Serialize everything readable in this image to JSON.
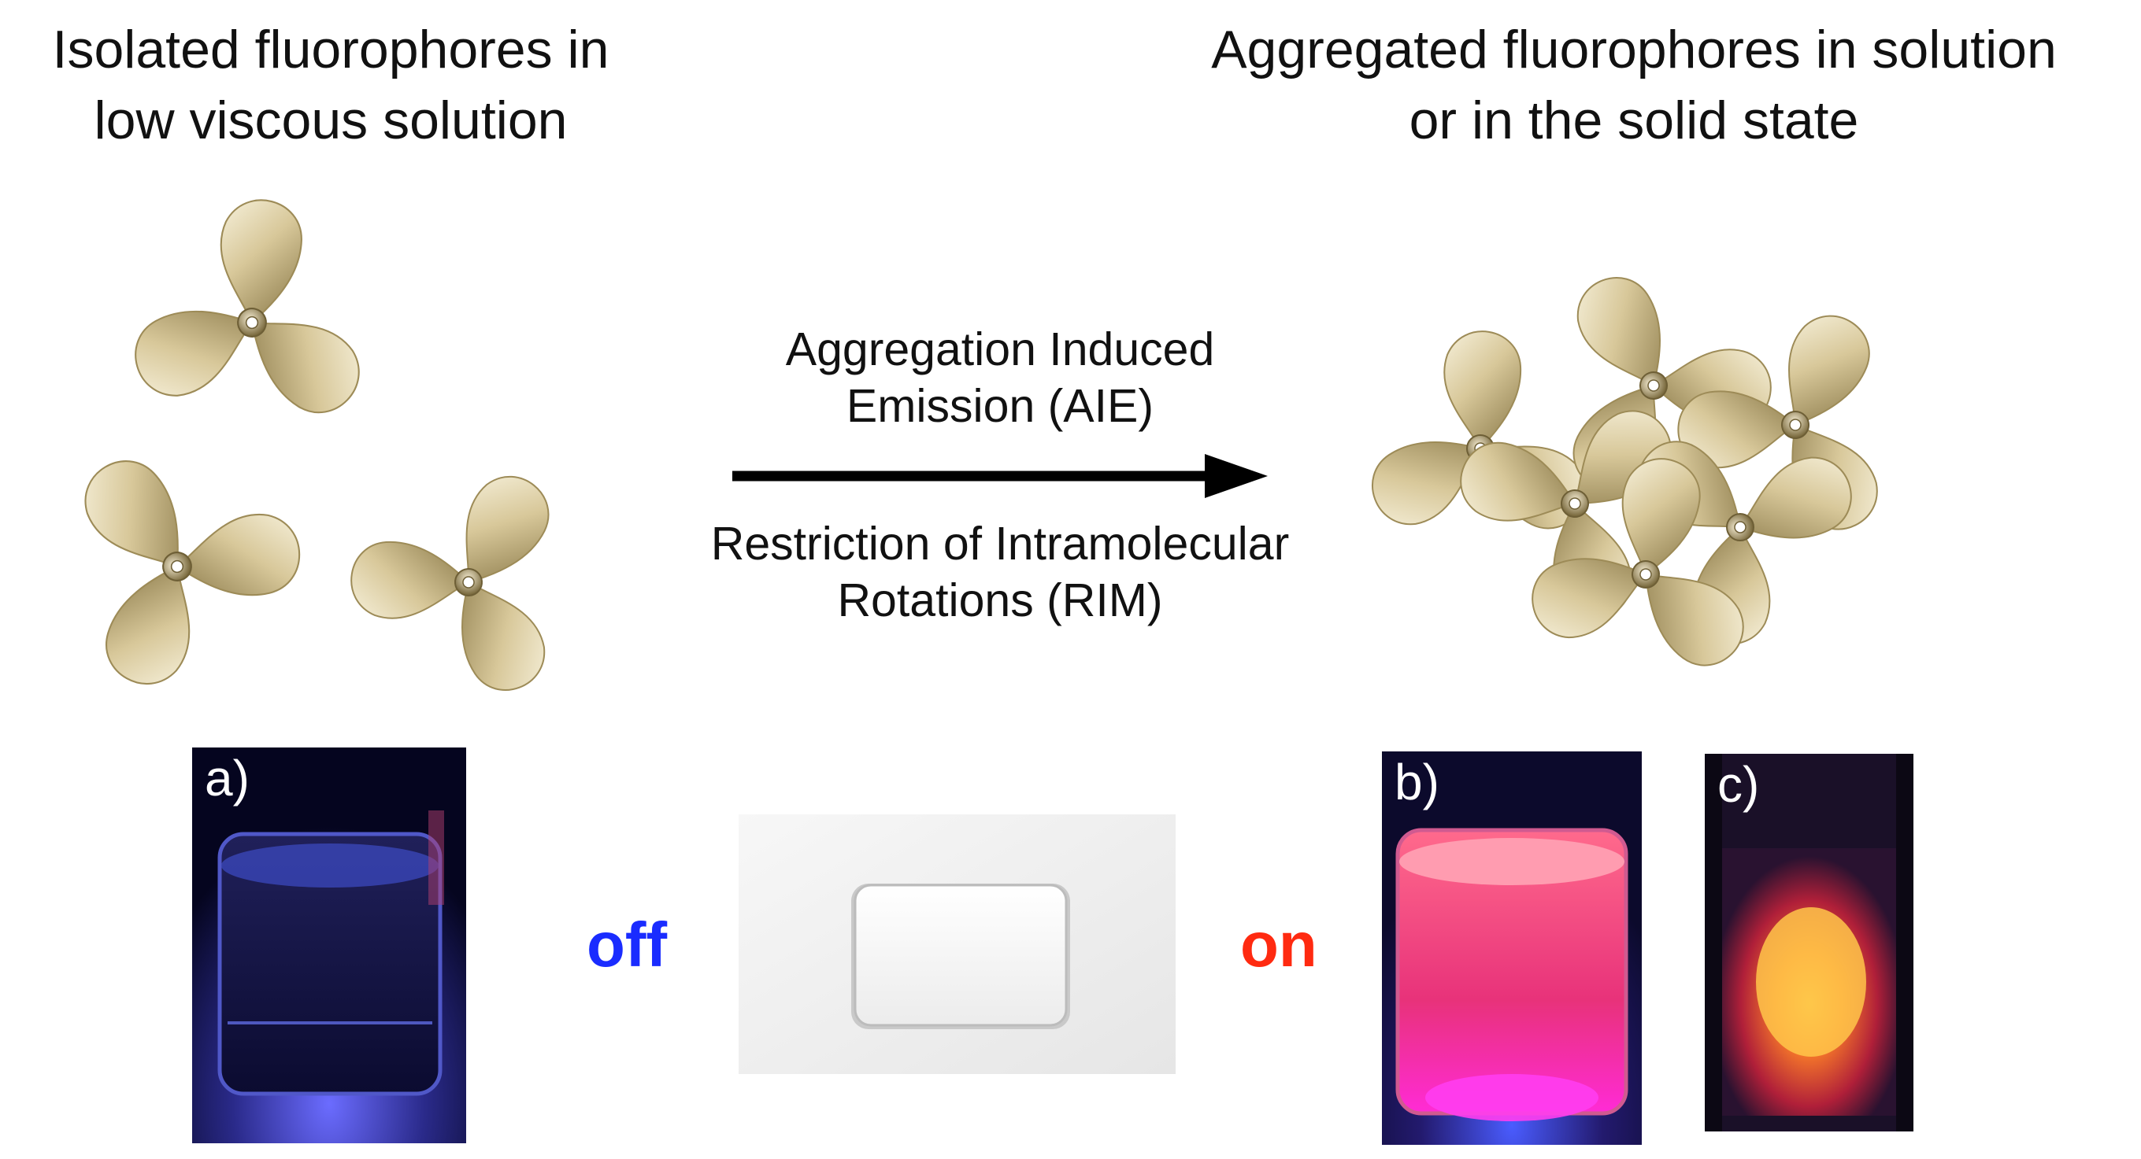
{
  "headings": {
    "left": [
      "Isolated fluorophores in",
      "low viscous solution"
    ],
    "right": [
      "Aggregated fluorophores in solution",
      "or in the solid state"
    ]
  },
  "mechanism": {
    "aie": [
      "Aggregation Induced",
      "Emission (AIE)"
    ],
    "rim": [
      "Restriction of Intramolecular",
      "Rotations (RIM)"
    ]
  },
  "photos": {
    "a": {
      "label": "a)"
    },
    "b": {
      "label": "b)"
    },
    "c": {
      "label": "c)"
    }
  },
  "switch_states": {
    "off": "off",
    "on": "on"
  },
  "colors": {
    "off": "#1a2cff",
    "on": "#ff2a10",
    "propeller_light": "#f1e9cf",
    "propeller_dark": "#8d7c4c"
  },
  "icons": {
    "propeller": "propeller-icon",
    "switch": "light-switch-icon",
    "arrow": "arrow-right-icon"
  }
}
